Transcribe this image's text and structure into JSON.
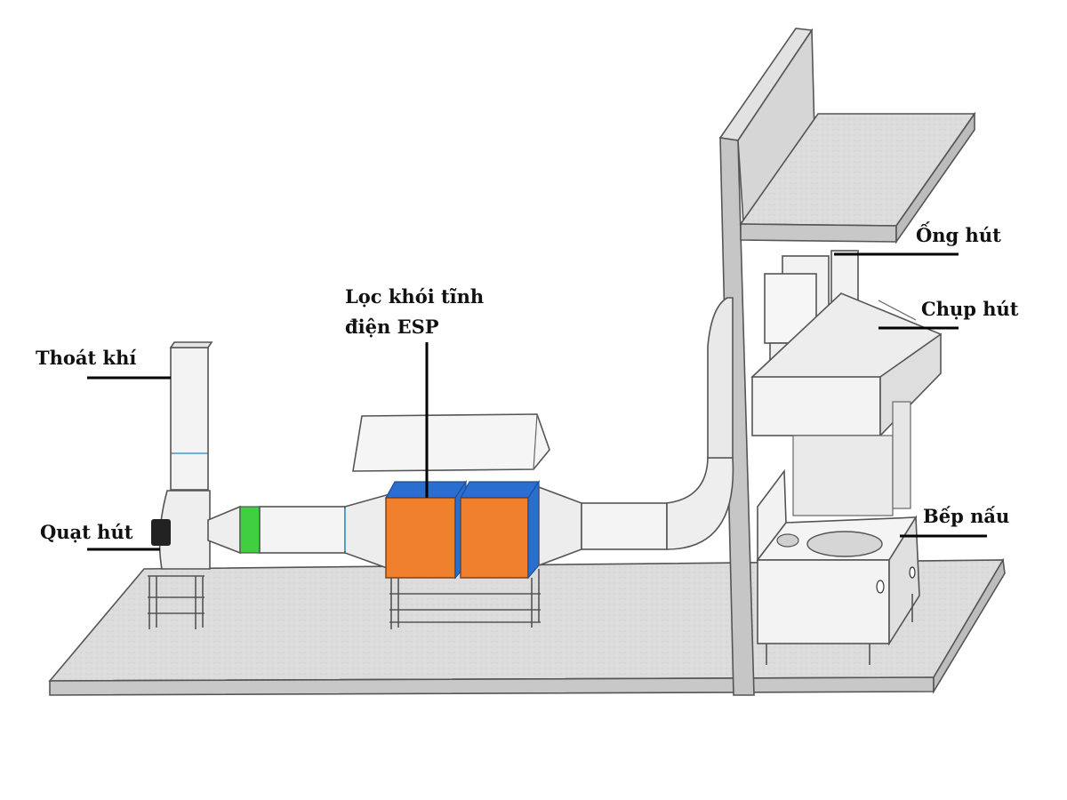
{
  "labels": {
    "thoat_khi": "Thoát khí",
    "quat_hut": "Quạt hút",
    "esp_line1": "Lọc khói tĩnh",
    "esp_line2": "điện ESP",
    "ong_hut": "Ống hút",
    "chup_hut": "Chụp hút",
    "bep_nau": "Bếp nấu"
  },
  "colors": {
    "floor": "#dcdcdc",
    "wall": "#d2d2d2",
    "duct": "#f1f1f1",
    "esp_body": "#f07f2e",
    "esp_top": "#2a6fd0",
    "collar": "#3fcf3f",
    "fan_inlet": "#222222",
    "outline": "#555555"
  }
}
